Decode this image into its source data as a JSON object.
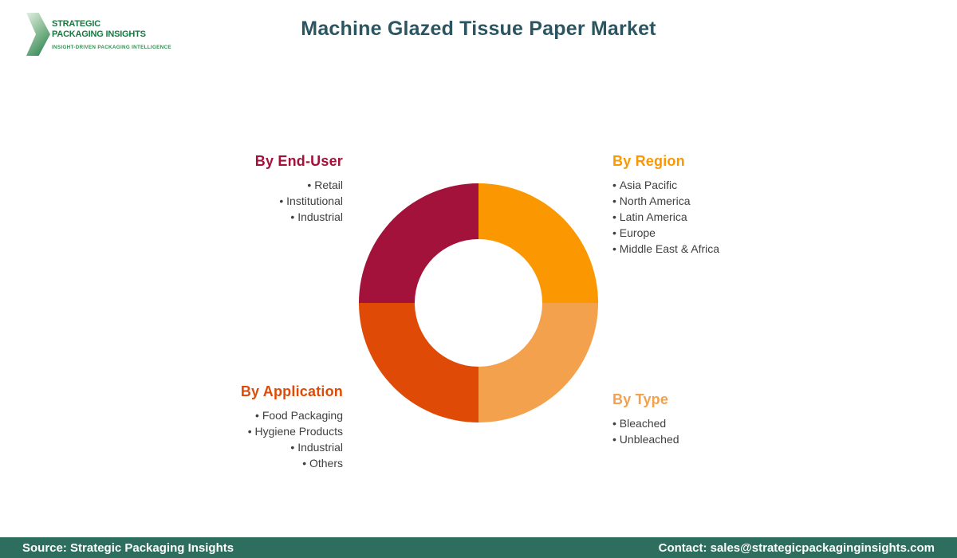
{
  "header": {
    "title": "Machine Glazed Tissue Paper Market"
  },
  "logo": {
    "line1": "STRATEGIC",
    "line2": "PACKAGING INSIGHTS",
    "tagline": "INSIGHT-DRIVEN PACKAGING INTELLIGENCE"
  },
  "groups": {
    "end_user": {
      "heading": "By End-User",
      "color": "#A3123A",
      "items": [
        "Retail",
        "Institutional",
        "Industrial"
      ]
    },
    "region": {
      "heading": "By Region",
      "color": "#FB9701",
      "items": [
        "Asia Pacific",
        "North America",
        "Latin America",
        "Europe",
        "Middle East & Africa"
      ]
    },
    "application": {
      "heading": "By Application",
      "color": "#DF4B06",
      "items": [
        "Food Packaging",
        "Hygiene Products",
        "Industrial",
        "Others"
      ]
    },
    "type": {
      "heading": "By Type",
      "color": "#F3A14C",
      "items": [
        "Bleached",
        "Unbleached"
      ]
    }
  },
  "chart_data": {
    "type": "pie",
    "subtype": "donut",
    "title": "Machine Glazed Tissue Paper Market",
    "legend_position": "around",
    "segments": [
      {
        "label": "By Region",
        "value": 25,
        "color": "#FB9701",
        "position": "top-right",
        "items": [
          "Asia Pacific",
          "North America",
          "Latin America",
          "Europe",
          "Middle East & Africa"
        ]
      },
      {
        "label": "By Type",
        "value": 25,
        "color": "#F3A14C",
        "position": "bottom-right",
        "items": [
          "Bleached",
          "Unbleached"
        ]
      },
      {
        "label": "By Application",
        "value": 25,
        "color": "#DF4B06",
        "position": "bottom-left",
        "items": [
          "Food Packaging",
          "Hygiene Products",
          "Industrial",
          "Others"
        ]
      },
      {
        "label": "By End-User",
        "value": 25,
        "color": "#A3123A",
        "position": "top-left",
        "items": [
          "Retail",
          "Institutional",
          "Industrial"
        ]
      }
    ]
  },
  "footer": {
    "source": "Source: Strategic Packaging Insights",
    "contact": "Contact: sales@strategicpackaginginsights.com"
  },
  "colors": {
    "title": "#2B5661",
    "footer_bg": "#2D6E5E",
    "item_text": "#404040",
    "logo_green": "#17793F"
  }
}
